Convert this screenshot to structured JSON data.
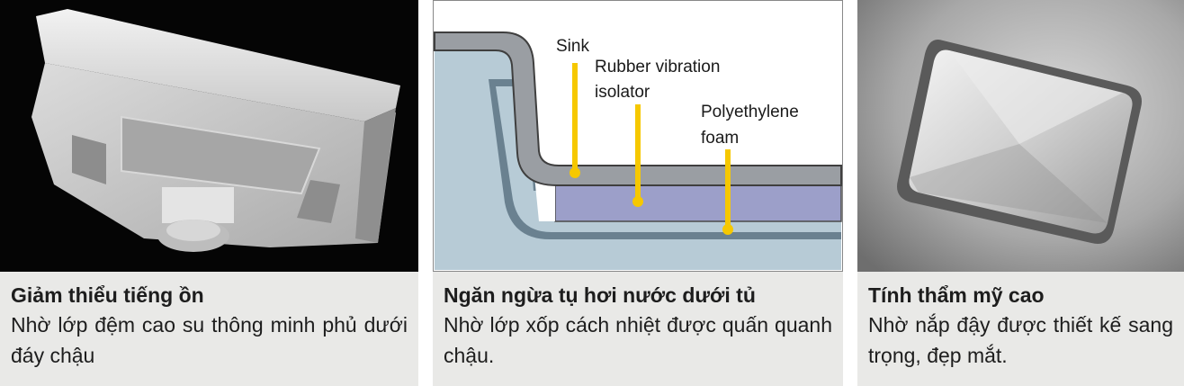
{
  "panels": [
    {
      "title": "Giảm thiểu tiếng ồn",
      "description": "Nhờ lớp đệm cao su thông minh phủ dưới đáy chậu"
    },
    {
      "title": "Ngăn ngừa tụ hơi nước dưới tủ",
      "description": "Nhờ lớp xốp cách nhiệt được quấn quanh chậu.",
      "diagram": {
        "label_sink": "Sink",
        "label_rubber_1": "Rubber vibration",
        "label_rubber_2": "isolator",
        "label_foam_1": "Polyethylene",
        "label_foam_2": "foam"
      }
    },
    {
      "title": "Tính thẩm mỹ cao",
      "description": "Nhờ nắp đậy được thiết kế sang trọng, đẹp mắt."
    }
  ],
  "colors": {
    "panel_bg": "#e9e9e7",
    "indicator": "#f6c800",
    "sink_gray": "#9a9ea3",
    "foam_blue": "#9c9fc9",
    "outer_blue": "#b7cbd6",
    "inner_slate": "#6a8190"
  }
}
